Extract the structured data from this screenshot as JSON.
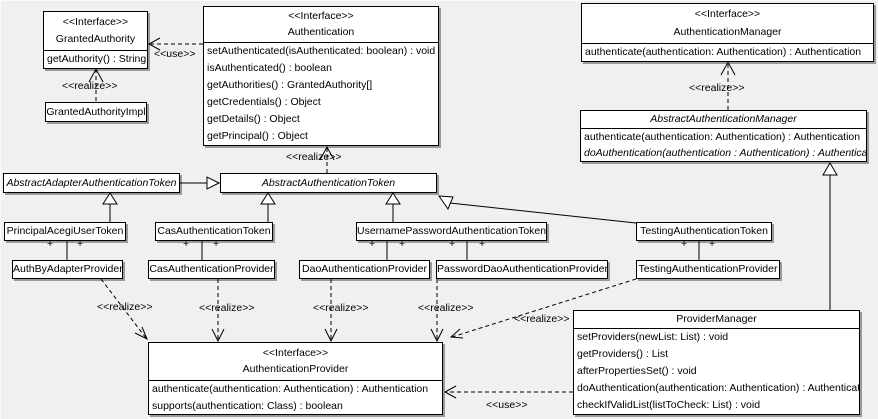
{
  "classes": [
    {
      "id": "granted_authority",
      "stereotype": "<<Interface>>",
      "name": "GrantedAuthority",
      "abstract": false,
      "methods": [
        {
          "text": "getAuthority() : String",
          "abstract": false
        }
      ]
    },
    {
      "id": "authentication",
      "stereotype": "<<Interface>>",
      "name": "Authentication",
      "abstract": false,
      "methods": [
        {
          "text": "setAuthenticated(isAuthenticated: boolean) : void",
          "abstract": false
        },
        {
          "text": "isAuthenticated() : boolean",
          "abstract": false
        },
        {
          "text": "getAuthorities() : GrantedAuthority[]",
          "abstract": false
        },
        {
          "text": "getCredentials() : Object",
          "abstract": false
        },
        {
          "text": "getDetails() : Object",
          "abstract": false
        },
        {
          "text": "getPrincipal() : Object",
          "abstract": false
        }
      ]
    },
    {
      "id": "granted_authority_impl",
      "name": "GrantedAuthorityImpl",
      "abstract": false,
      "methods": []
    },
    {
      "id": "authentication_manager",
      "stereotype": "<<Interface>>",
      "name": "AuthenticationManager",
      "abstract": false,
      "methods": [
        {
          "text": "authenticate(authentication: Authentication) : Authentication",
          "abstract": false
        }
      ]
    },
    {
      "id": "abstract_authentication_manager",
      "name": "AbstractAuthenticationManager",
      "abstract": true,
      "methods": [
        {
          "text": "authenticate(authentication: Authentication) : Authentication",
          "abstract": false
        },
        {
          "text": "doAuthentication(authentication : Authentication) : Authentication",
          "abstract": true
        }
      ]
    },
    {
      "id": "abstract_adapter_authentication_token",
      "name": "AbstractAdapterAuthenticationToken",
      "abstract": true,
      "methods": []
    },
    {
      "id": "abstract_authentication_token",
      "name": "AbstractAuthenticationToken",
      "abstract": true,
      "methods": []
    },
    {
      "id": "principal_acegi_user_token",
      "name": "PrincipalAcegiUserToken",
      "abstract": false,
      "methods": []
    },
    {
      "id": "cas_authentication_token",
      "name": "CasAuthenticationToken",
      "abstract": false,
      "methods": []
    },
    {
      "id": "username_password_authentication_token",
      "name": "UsernamePasswordAuthenticationToken",
      "abstract": false,
      "methods": []
    },
    {
      "id": "testing_authentication_token",
      "name": "TestingAuthenticationToken",
      "abstract": false,
      "methods": []
    },
    {
      "id": "auth_by_adapter_provider",
      "name": "AuthByAdapterProvider",
      "abstract": false,
      "methods": []
    },
    {
      "id": "cas_authentication_provider",
      "name": "CasAuthenticationProvider",
      "abstract": false,
      "methods": []
    },
    {
      "id": "dao_authentication_provider",
      "name": "DaoAuthenticationProvider",
      "abstract": false,
      "methods": []
    },
    {
      "id": "password_dao_authentication_provider",
      "name": "PasswordDaoAuthenticationProvider",
      "abstract": false,
      "methods": []
    },
    {
      "id": "testing_authentication_provider",
      "name": "TestingAuthenticationProvider",
      "abstract": false,
      "methods": []
    },
    {
      "id": "authentication_provider",
      "stereotype": "<<Interface>>",
      "name": "AuthenticationProvider",
      "abstract": false,
      "methods": [
        {
          "text": "authenticate(authentication: Authentication) : Authentication",
          "abstract": false
        },
        {
          "text": "supports(authentication: Class) : boolean",
          "abstract": false
        }
      ]
    },
    {
      "id": "provider_manager",
      "name": "ProviderManager",
      "abstract": false,
      "methods": [
        {
          "text": "setProviders(newList: List) : void",
          "abstract": false
        },
        {
          "text": "getProviders() : List",
          "abstract": false
        },
        {
          "text": "afterPropertiesSet() : void",
          "abstract": false
        },
        {
          "text": "doAuthentication(authentication: Authentication) : Authentication",
          "abstract": false
        },
        {
          "text": "checkIfValidList(listToCheck: List) : void",
          "abstract": false
        }
      ]
    }
  ],
  "edge_labels": [
    {
      "id": "use_granted_authority",
      "text": "<<use>>"
    },
    {
      "id": "realize_granted_authority",
      "text": "<<realize>>"
    },
    {
      "id": "realize_authentication",
      "text": "<<realize>>"
    },
    {
      "id": "realize_authentication_manager",
      "text": "<<realize>>"
    },
    {
      "id": "realize_auth_by_adapter",
      "text": "<<realize>>"
    },
    {
      "id": "realize_cas",
      "text": "<<realize>>"
    },
    {
      "id": "realize_dao",
      "text": "<<realize>>"
    },
    {
      "id": "realize_password_dao",
      "text": "<<realize>>"
    },
    {
      "id": "realize_testing",
      "text": "<<realize>>"
    },
    {
      "id": "use_provider_manager",
      "text": "<<use>>"
    },
    {
      "id": "plus_1a",
      "text": "+"
    },
    {
      "id": "plus_1b",
      "text": "+"
    },
    {
      "id": "plus_2a",
      "text": "+"
    },
    {
      "id": "plus_2b",
      "text": "+"
    },
    {
      "id": "plus_3a",
      "text": "+"
    },
    {
      "id": "plus_3b",
      "text": "+"
    },
    {
      "id": "plus_4a",
      "text": "+"
    },
    {
      "id": "plus_4b",
      "text": "+"
    },
    {
      "id": "plus_5a",
      "text": "+"
    },
    {
      "id": "plus_5b",
      "text": "+"
    }
  ]
}
